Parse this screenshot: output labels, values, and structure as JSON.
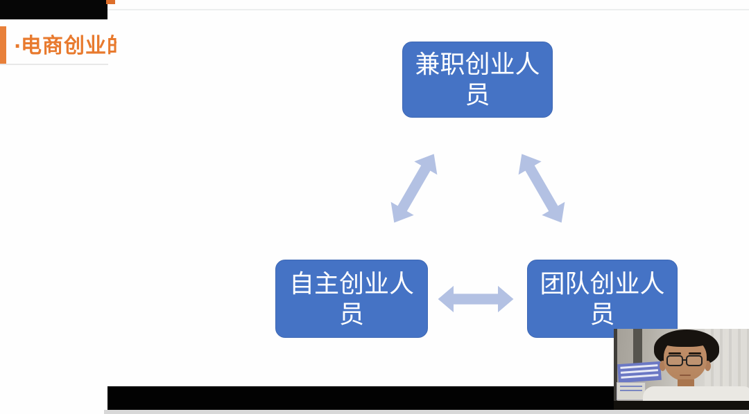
{
  "slide": {
    "header": {
      "bullet": "·",
      "title": "电商创业的",
      "accent_color": "#E87A2E"
    },
    "diagram": {
      "type": "cycle",
      "node_fill": "#4573C5",
      "node_text_color": "#FFFFFF",
      "arrow_color": "#B3C1E3",
      "nodes": [
        {
          "id": "top",
          "label": "兼职创业人员"
        },
        {
          "id": "bottom_left",
          "label": "自主创业人员"
        },
        {
          "id": "bottom_right",
          "label": "团队创业人员"
        }
      ],
      "connections": [
        {
          "from": "top",
          "to": "bottom_left",
          "bidirectional": true
        },
        {
          "from": "top",
          "to": "bottom_right",
          "bidirectional": true
        },
        {
          "from": "bottom_left",
          "to": "bottom_right",
          "bidirectional": true
        }
      ]
    }
  }
}
